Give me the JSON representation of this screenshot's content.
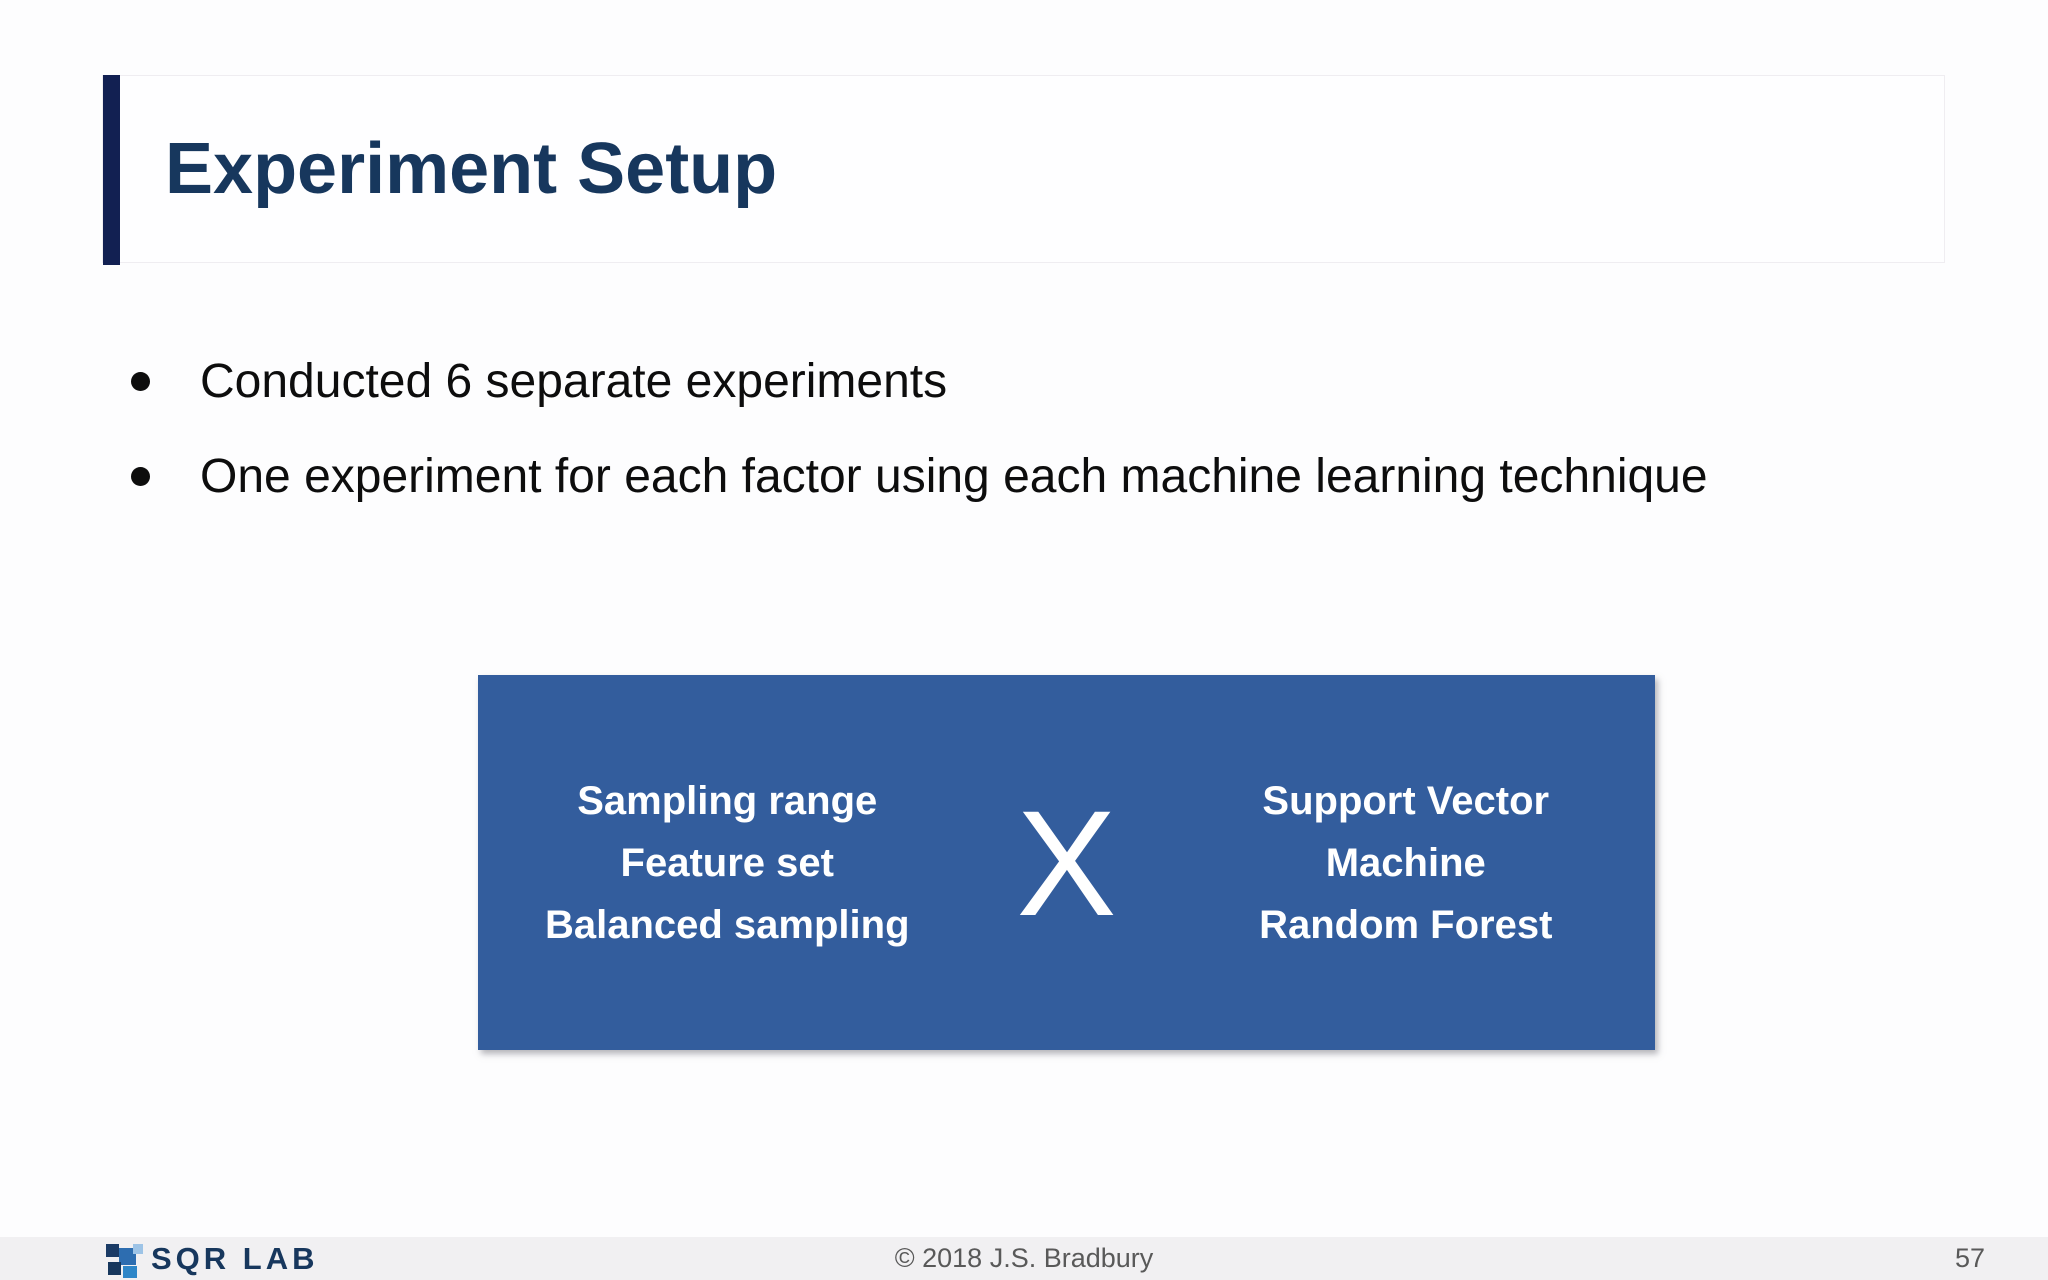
{
  "slide": {
    "title": "Experiment Setup",
    "bullets": [
      "Conducted 6 separate experiments",
      "One experiment for each factor using each machine learning technique"
    ],
    "diagram": {
      "left_lines": [
        "Sampling range",
        "Feature set",
        "Balanced sampling"
      ],
      "operator": "X",
      "right_lines": [
        "Support Vector",
        "Machine",
        "Random Forest"
      ]
    },
    "footer": {
      "logo_text": "SQR LAB",
      "copyright": "© 2018 J.S. Bradbury",
      "page_number": "57"
    },
    "colors": {
      "title_text": "#17375d",
      "accent_bar": "#122052",
      "diagram_box_bg": "#335d9d",
      "diagram_text": "#ffffff",
      "body_text": "#0d0d0d",
      "footer_bg": "#f1f0f2",
      "footer_text": "#595959",
      "logo_navy": "#17375d",
      "logo_medium_blue": "#2d6db0",
      "logo_light_blue": "#9dc3e6"
    }
  }
}
